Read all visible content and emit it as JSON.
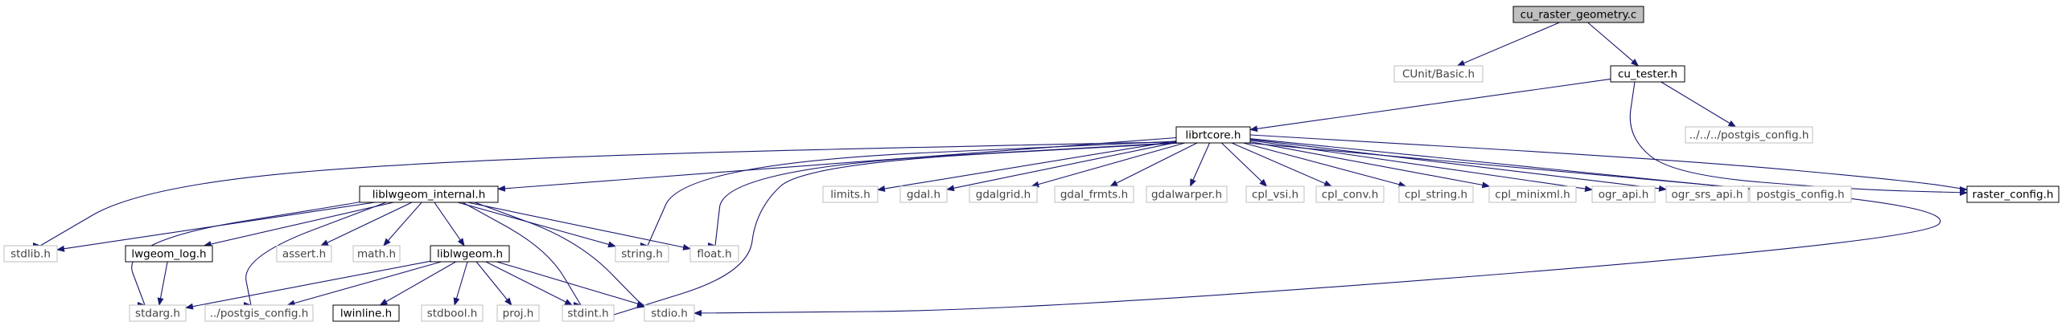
{
  "diagram": {
    "nodes": [
      {
        "id": "cu_raster_geometry_c",
        "label": "cu_raster_geometry.c",
        "style": "root"
      },
      {
        "id": "cunit_basic_h",
        "label": "CUnit/Basic.h",
        "style": "external"
      },
      {
        "id": "cu_tester_h",
        "label": "cu_tester.h",
        "style": "doc"
      },
      {
        "id": "postgis_config_up3",
        "label": "../../../postgis_config.h",
        "style": "external"
      },
      {
        "id": "librtcore_h",
        "label": "librtcore.h",
        "style": "doc"
      },
      {
        "id": "raster_config_h",
        "label": "raster_config.h",
        "style": "doc"
      },
      {
        "id": "liblwgeom_internal_h",
        "label": "liblwgeom_internal.h",
        "style": "doc"
      },
      {
        "id": "limits_h",
        "label": "limits.h",
        "style": "external"
      },
      {
        "id": "gdal_h",
        "label": "gdal.h",
        "style": "external"
      },
      {
        "id": "gdalgrid_h",
        "label": "gdalgrid.h",
        "style": "external"
      },
      {
        "id": "gdal_frmts_h",
        "label": "gdal_frmts.h",
        "style": "external"
      },
      {
        "id": "gdalwarper_h",
        "label": "gdalwarper.h",
        "style": "external"
      },
      {
        "id": "cpl_vsi_h",
        "label": "cpl_vsi.h",
        "style": "external"
      },
      {
        "id": "cpl_conv_h",
        "label": "cpl_conv.h",
        "style": "external"
      },
      {
        "id": "cpl_string_h",
        "label": "cpl_string.h",
        "style": "external"
      },
      {
        "id": "cpl_minixml_h",
        "label": "cpl_minixml.h",
        "style": "external"
      },
      {
        "id": "ogr_api_h",
        "label": "ogr_api.h",
        "style": "external"
      },
      {
        "id": "ogr_srs_api_h",
        "label": "ogr_srs_api.h",
        "style": "external"
      },
      {
        "id": "postgis_config_h",
        "label": "postgis_config.h",
        "style": "external"
      },
      {
        "id": "stdlib_h",
        "label": "stdlib.h",
        "style": "external"
      },
      {
        "id": "lwgeom_log_h",
        "label": "lwgeom_log.h",
        "style": "doc"
      },
      {
        "id": "assert_h",
        "label": "assert.h",
        "style": "external"
      },
      {
        "id": "math_h",
        "label": "math.h",
        "style": "external"
      },
      {
        "id": "liblwgeom_h",
        "label": "liblwgeom.h",
        "style": "doc"
      },
      {
        "id": "string_h",
        "label": "string.h",
        "style": "external"
      },
      {
        "id": "float_h",
        "label": "float.h",
        "style": "external"
      },
      {
        "id": "stdarg_h",
        "label": "stdarg.h",
        "style": "external"
      },
      {
        "id": "postgis_config_up1",
        "label": "../postgis_config.h",
        "style": "external"
      },
      {
        "id": "lwinline_h",
        "label": "lwinline.h",
        "style": "doc"
      },
      {
        "id": "stdbool_h",
        "label": "stdbool.h",
        "style": "external"
      },
      {
        "id": "proj_h",
        "label": "proj.h",
        "style": "external"
      },
      {
        "id": "stdint_h",
        "label": "stdint.h",
        "style": "external"
      },
      {
        "id": "stdio_h",
        "label": "stdio.h",
        "style": "external"
      }
    ],
    "edges": [
      {
        "from": "cu_raster_geometry_c",
        "to": "cunit_basic_h"
      },
      {
        "from": "cu_raster_geometry_c",
        "to": "cu_tester_h"
      },
      {
        "from": "cu_tester_h",
        "to": "postgis_config_up3"
      },
      {
        "from": "cu_tester_h",
        "to": "librtcore_h"
      },
      {
        "from": "cu_tester_h",
        "to": "raster_config_h"
      },
      {
        "from": "librtcore_h",
        "to": "liblwgeom_internal_h"
      },
      {
        "from": "librtcore_h",
        "to": "stdlib_h"
      },
      {
        "from": "librtcore_h",
        "to": "string_h"
      },
      {
        "from": "librtcore_h",
        "to": "float_h"
      },
      {
        "from": "librtcore_h",
        "to": "stdint_h"
      },
      {
        "from": "librtcore_h",
        "to": "stdio_h"
      },
      {
        "from": "librtcore_h",
        "to": "limits_h"
      },
      {
        "from": "librtcore_h",
        "to": "gdal_h"
      },
      {
        "from": "librtcore_h",
        "to": "gdalgrid_h"
      },
      {
        "from": "librtcore_h",
        "to": "gdal_frmts_h"
      },
      {
        "from": "librtcore_h",
        "to": "gdalwarper_h"
      },
      {
        "from": "librtcore_h",
        "to": "cpl_vsi_h"
      },
      {
        "from": "librtcore_h",
        "to": "cpl_conv_h"
      },
      {
        "from": "librtcore_h",
        "to": "cpl_string_h"
      },
      {
        "from": "librtcore_h",
        "to": "cpl_minixml_h"
      },
      {
        "from": "librtcore_h",
        "to": "ogr_api_h"
      },
      {
        "from": "librtcore_h",
        "to": "ogr_srs_api_h"
      },
      {
        "from": "librtcore_h",
        "to": "postgis_config_h"
      },
      {
        "from": "librtcore_h",
        "to": "raster_config_h"
      },
      {
        "from": "liblwgeom_internal_h",
        "to": "stdlib_h"
      },
      {
        "from": "liblwgeom_internal_h",
        "to": "lwgeom_log_h"
      },
      {
        "from": "liblwgeom_internal_h",
        "to": "assert_h"
      },
      {
        "from": "liblwgeom_internal_h",
        "to": "math_h"
      },
      {
        "from": "liblwgeom_internal_h",
        "to": "liblwgeom_h"
      },
      {
        "from": "liblwgeom_internal_h",
        "to": "string_h"
      },
      {
        "from": "liblwgeom_internal_h",
        "to": "float_h"
      },
      {
        "from": "liblwgeom_internal_h",
        "to": "stdarg_h"
      },
      {
        "from": "liblwgeom_internal_h",
        "to": "postgis_config_up1"
      },
      {
        "from": "liblwgeom_internal_h",
        "to": "stdint_h"
      },
      {
        "from": "liblwgeom_internal_h",
        "to": "stdio_h"
      },
      {
        "from": "lwgeom_log_h",
        "to": "stdarg_h"
      },
      {
        "from": "liblwgeom_h",
        "to": "stdarg_h"
      },
      {
        "from": "liblwgeom_h",
        "to": "postgis_config_up1"
      },
      {
        "from": "liblwgeom_h",
        "to": "lwinline_h"
      },
      {
        "from": "liblwgeom_h",
        "to": "stdbool_h"
      },
      {
        "from": "liblwgeom_h",
        "to": "proj_h"
      },
      {
        "from": "liblwgeom_h",
        "to": "stdint_h"
      },
      {
        "from": "liblwgeom_h",
        "to": "stdio_h"
      }
    ],
    "colors": {
      "edge": "#191970",
      "doc_border": "#000000",
      "external_border": "#bfbfbf",
      "root_fill": "#bfbfbf",
      "external_text": "#444444",
      "doc_text": "#000000"
    }
  }
}
